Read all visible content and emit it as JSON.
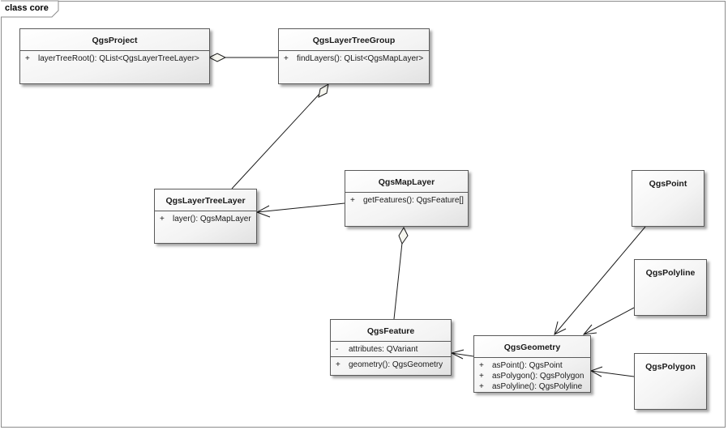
{
  "frame": {
    "label": "class core"
  },
  "classes": {
    "project": {
      "name": "QgsProject",
      "operations": [
        {
          "vis": "+",
          "text": "layerTreeRoot(): QList<QgsLayerTreeLayer>"
        }
      ]
    },
    "group": {
      "name": "QgsLayerTreeGroup",
      "operations": [
        {
          "vis": "+",
          "text": "findLayers(): QList<QgsMapLayer>"
        }
      ]
    },
    "treelayer": {
      "name": "QgsLayerTreeLayer",
      "operations": [
        {
          "vis": "+",
          "text": "layer(): QgsMapLayer"
        }
      ]
    },
    "maplayer": {
      "name": "QgsMapLayer",
      "operations": [
        {
          "vis": "+",
          "text": "getFeatures(): QgsFeature[]"
        }
      ]
    },
    "feature": {
      "name": "QgsFeature",
      "attributes": [
        {
          "vis": "-",
          "text": "attributes: QVariant"
        }
      ],
      "operations": [
        {
          "vis": "+",
          "text": "geometry():  QgsGeometry"
        }
      ]
    },
    "geometry": {
      "name": "QgsGeometry",
      "operations": [
        {
          "vis": "+",
          "text": "asPoint(): QgsPoint"
        },
        {
          "vis": "+",
          "text": "asPolygon(): QgsPolygon"
        },
        {
          "vis": "+",
          "text": "asPolyline(): QgsPolyline"
        }
      ]
    },
    "point": {
      "name": "QgsPoint"
    },
    "polyline": {
      "name": "QgsPolyline"
    },
    "polygon": {
      "name": "QgsPolygon"
    }
  },
  "relations": [
    {
      "from": "group",
      "to": "project",
      "kind": "aggregation"
    },
    {
      "from": "treelayer",
      "to": "group",
      "kind": "aggregation"
    },
    {
      "from": "maplayer",
      "to": "treelayer",
      "kind": "association"
    },
    {
      "from": "feature",
      "to": "maplayer",
      "kind": "aggregation"
    },
    {
      "from": "geometry",
      "to": "feature",
      "kind": "association"
    },
    {
      "from": "point",
      "to": "geometry",
      "kind": "association"
    },
    {
      "from": "polyline",
      "to": "geometry",
      "kind": "association"
    },
    {
      "from": "polygon",
      "to": "geometry",
      "kind": "association"
    }
  ]
}
